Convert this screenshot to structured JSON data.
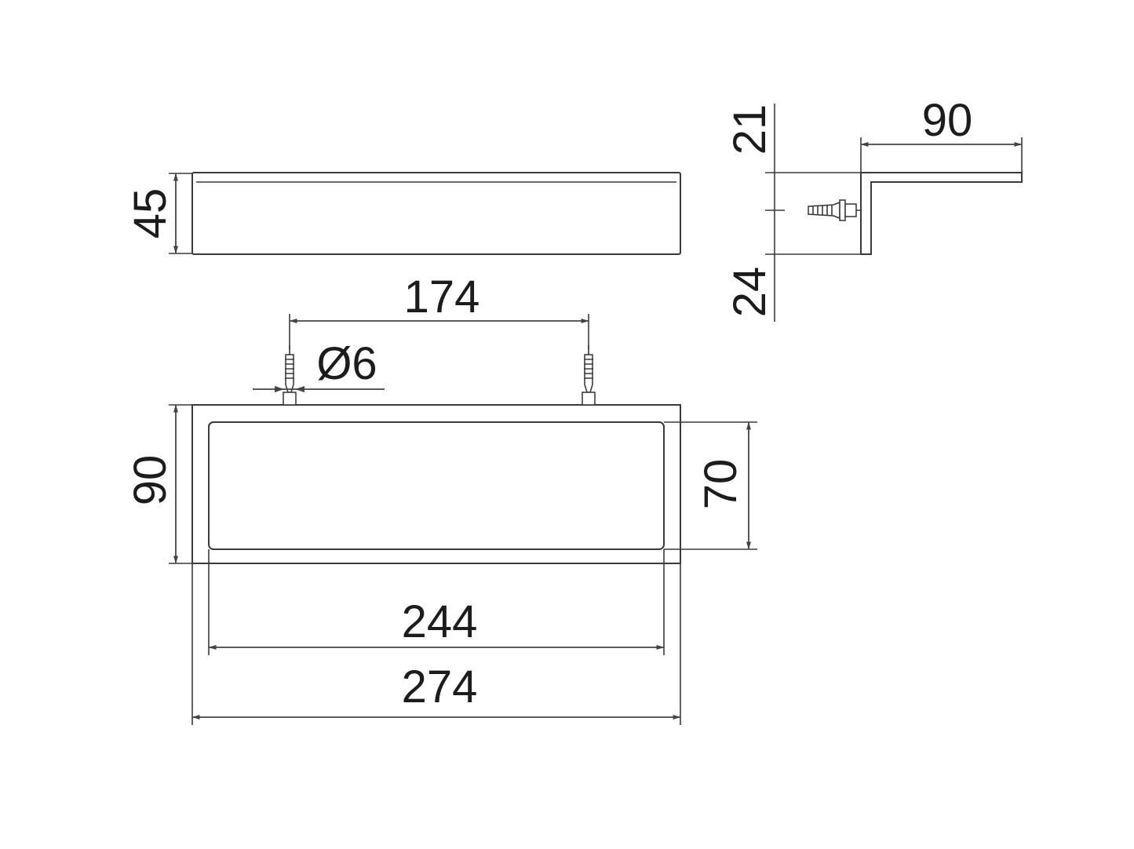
{
  "dimensions": {
    "side_height": "45",
    "top_thickness": "21",
    "bottom_depth": "24",
    "profile_depth": "90",
    "screw_spacing": "174",
    "screw_diameter": "Ø6",
    "front_height": "90",
    "inner_height": "70",
    "inner_width": "244",
    "overall_width": "274"
  }
}
